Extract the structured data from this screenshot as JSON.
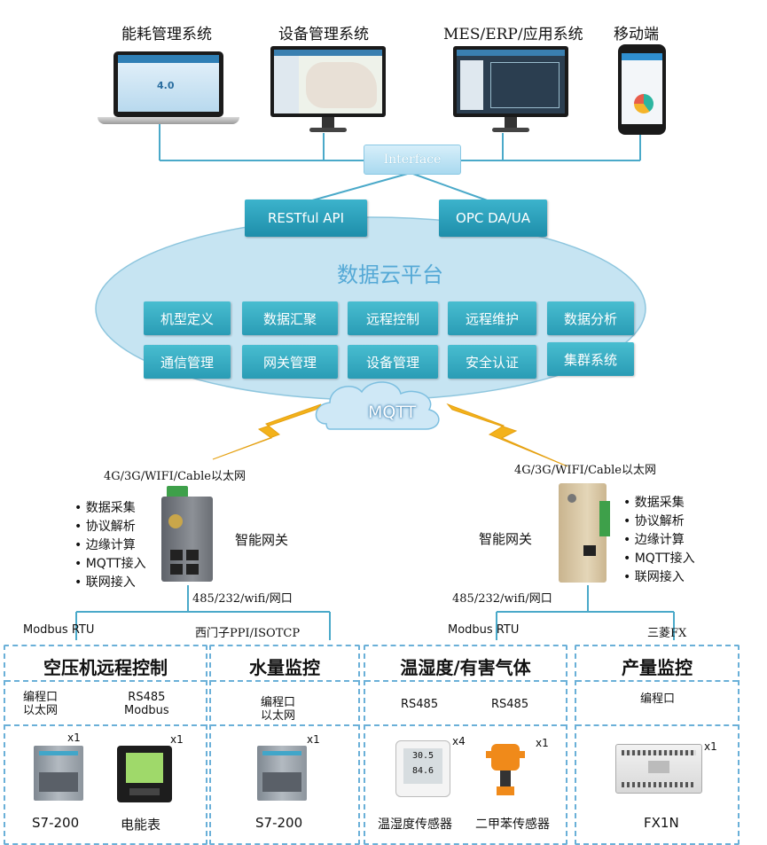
{
  "top_systems": {
    "energy": "能耗管理系统",
    "equipment": "设备管理系统",
    "mes": "MES/ERP/应用系统",
    "mobile": "移动端"
  },
  "interface_label": "Interface",
  "apis": {
    "restful": "RESTful API",
    "opc": "OPC DA/UA"
  },
  "cloud_title": "数据云平台",
  "modules_row1": [
    "机型定义",
    "数据汇聚",
    "远程控制",
    "远程维护",
    "数据分析"
  ],
  "modules_row2": [
    "通信管理",
    "网关管理",
    "设备管理",
    "安全认证",
    "集群系统"
  ],
  "mqtt_label": "MQTT",
  "left_gateway": {
    "network": "4G/3G/WIFI/Cable以太网",
    "features": [
      "数据采集",
      "协议解析",
      "边缘计算",
      "MQTT接入",
      "联网接入"
    ],
    "name": "智能网关",
    "ports": "485/232/wifi/网口",
    "proto_left": "Modbus RTU",
    "proto_right": "西门子PPI/ISOTCP"
  },
  "right_gateway": {
    "network": "4G/3G/WIFI/Cable以太网",
    "features": [
      "数据采集",
      "协议解析",
      "边缘计算",
      "MQTT接入",
      "联网接入"
    ],
    "name": "智能网关",
    "ports": "485/232/wifi/网口",
    "proto_left": "Modbus RTU",
    "proto_right": "三菱FX"
  },
  "panels": {
    "p1": {
      "title": "空压机远程控制",
      "cap1": "编程口\n以太网",
      "cap2": "RS485\nModbus",
      "dev1": "S7-200",
      "dev2": "电能表",
      "qty1": "x1",
      "qty2": "x1"
    },
    "p2": {
      "title": "水量监控",
      "cap1": "编程口\n以太网",
      "dev1": "S7-200",
      "qty1": "x1"
    },
    "p3": {
      "title": "温湿度/有害气体",
      "cap1": "RS485",
      "cap2": "RS485",
      "dev1": "温湿度传感器",
      "dev2": "二甲苯传感器",
      "qty1": "x4",
      "qty2": "x1",
      "reading1": "30.5",
      "reading2": "84.6"
    },
    "p4": {
      "title": "产量监控",
      "cap1": "编程口",
      "dev1": "FX1N",
      "qty1": "x1"
    }
  },
  "colors": {
    "teal": "#2a9cb5",
    "cloud": "#c6e4f2",
    "line": "#4aa9c9",
    "lightning": "#f3b21b",
    "dash": "#6ab0d8"
  }
}
